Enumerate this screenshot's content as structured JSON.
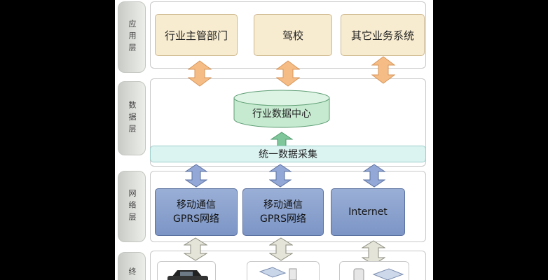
{
  "layers": {
    "application": "应用层",
    "data": "数据层",
    "network": "网络层",
    "terminal": "终"
  },
  "application": {
    "boxes": [
      "行业主管部门",
      "驾校",
      "其它业务系统"
    ]
  },
  "data": {
    "center": "行业数据中心",
    "collection": "统一数据采集"
  },
  "network": {
    "boxes": [
      {
        "line1": "移动通信",
        "line2": "GPRS网络"
      },
      {
        "line1": "移动通信",
        "line2": "GPRS网络"
      },
      {
        "line1": "Internet",
        "line2": ""
      }
    ]
  },
  "colors": {
    "app_fill": "#f8ecd0",
    "db_fill": "#c6ead0",
    "collect_fill": "#dbf3f1",
    "net_fill": "#8aa2cf",
    "arrow_orange": "#f5bd85",
    "arrow_blue": "#93a8d6",
    "arrow_green": "#7fc79a",
    "arrow_grey": "#e4e4d8"
  }
}
